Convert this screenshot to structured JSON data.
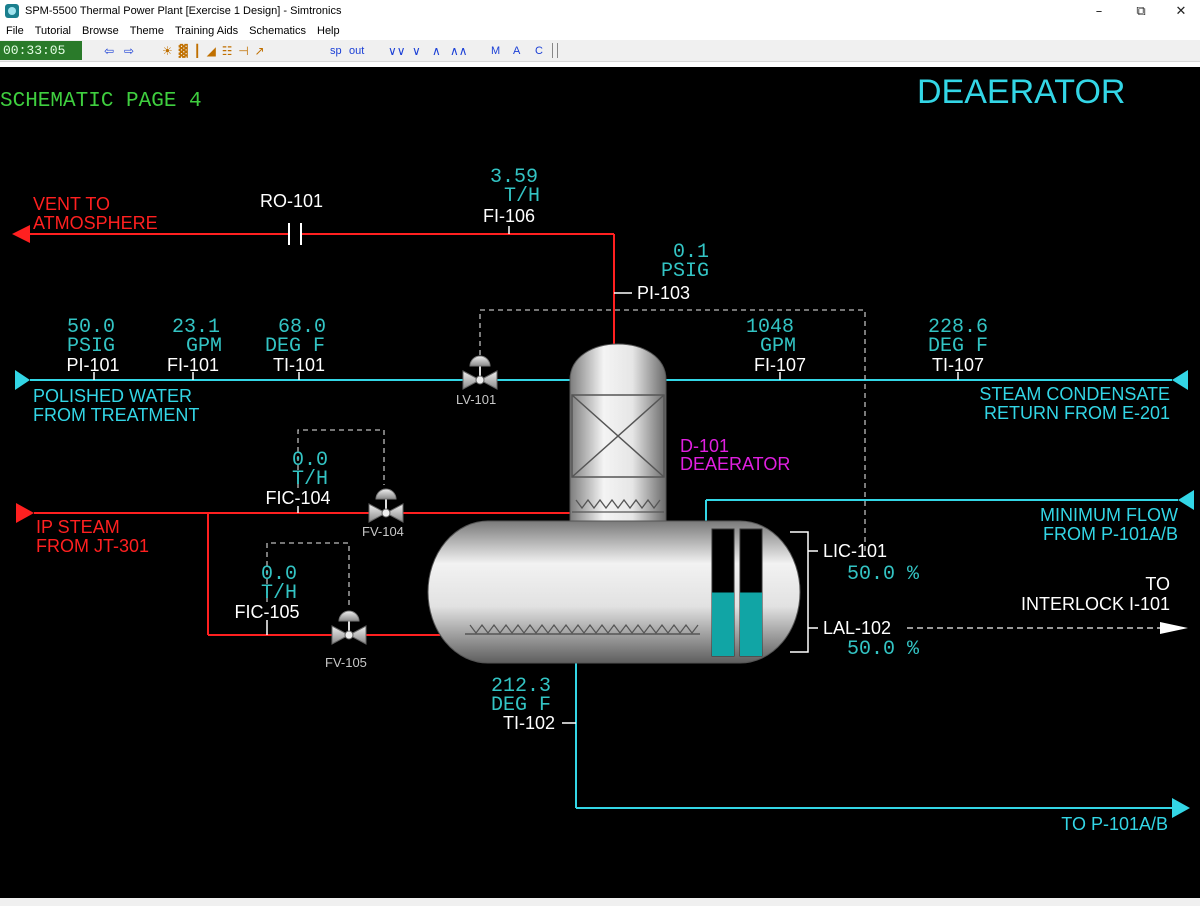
{
  "window": {
    "title": "SPM-5500 Thermal Power Plant [Exercise 1 Design] - Simtronics",
    "minimize": "–",
    "restore": "⧉",
    "close": "✕"
  },
  "menu": [
    "File",
    "Tutorial",
    "Browse",
    "Theme",
    "Training Aids",
    "Schematics",
    "Help"
  ],
  "toolbar": {
    "clock": "00:33:05",
    "back_icon": "⇦",
    "forward_icon": "⇨",
    "sp": "sp",
    "out": "out",
    "icon_strip": "☀ ▓ ┃ ◢ ☷ ⊣ ↗",
    "chev_down2": "∨∨",
    "chev_down": "∨",
    "chev_up": "∧",
    "chev_up2": "∧∧",
    "m": "M",
    "a": "A",
    "c": "C",
    "bars": "||"
  },
  "page": {
    "number_label": "SCHEMATIC PAGE 4",
    "title": "DEAERATOR"
  },
  "streams": {
    "vent": [
      "VENT TO",
      "ATMOSPHERE"
    ],
    "polished": [
      "POLISHED WATER",
      "FROM TREATMENT"
    ],
    "ip_steam": [
      "IP STEAM",
      "FROM JT-301"
    ],
    "condensate": [
      "STEAM CONDENSATE",
      "RETURN FROM E-201"
    ],
    "min_flow": [
      "MINIMUM FLOW",
      "FROM P-101A/B"
    ],
    "interlock": [
      "TO",
      "INTERLOCK I-101"
    ],
    "to_pump": "TO P-101A/B"
  },
  "equipment": {
    "deaerator_tag": "D-101",
    "deaerator_name": "DEAERATOR",
    "ro": "RO-101"
  },
  "instruments": {
    "fi106": {
      "value": "3.59",
      "unit": "T/H",
      "tag": "FI-106"
    },
    "pi103": {
      "value": "0.1",
      "unit": "PSIG",
      "tag": "PI-103"
    },
    "pi101": {
      "value": "50.0",
      "unit": "PSIG",
      "tag": "PI-101"
    },
    "fi101": {
      "value": "23.1",
      "unit": "GPM",
      "tag": "FI-101"
    },
    "ti101": {
      "value": "68.0",
      "unit": "DEG F",
      "tag": "TI-101"
    },
    "fi107": {
      "value": "1048",
      "unit": "GPM",
      "tag": "FI-107"
    },
    "ti107": {
      "value": "228.6",
      "unit": "DEG F",
      "tag": "TI-107"
    },
    "fic104": {
      "value": "0.0",
      "unit": "T/H",
      "tag": "FIC-104"
    },
    "fic105": {
      "value": "0.0",
      "unit": "T/H",
      "tag": "FIC-105"
    },
    "lic101": {
      "value": "50.0 %",
      "tag": "LIC-101",
      "level": 0.5
    },
    "lal102": {
      "value": "50.0 %",
      "tag": "LAL-102",
      "level": 0.5
    },
    "ti102": {
      "value": "212.3",
      "unit": "DEG F",
      "tag": "TI-102"
    }
  },
  "valves": {
    "lv101": "LV-101",
    "fv104": "FV-104",
    "fv105": "FV-105"
  },
  "colors": {
    "water": "#33d6e6",
    "steam": "#ff2020",
    "value": "#33c4c4",
    "tag": "#ffffff",
    "page_label": "#3fcf3f",
    "equipment_label": "#e020e0",
    "level_fill": "#11a5a5"
  }
}
